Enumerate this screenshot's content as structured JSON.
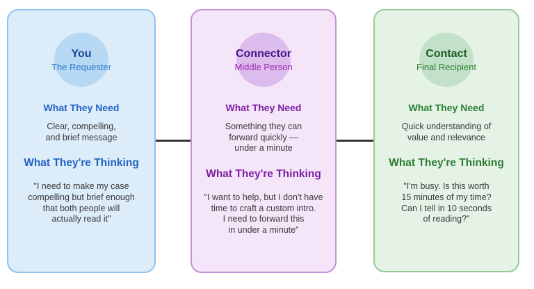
{
  "connector": {
    "color": "#333333"
  },
  "cards": [
    {
      "title": "You",
      "subtitle": "The Requester",
      "need_heading": "What They Need",
      "need_text": "Clear, compelling,\nand brief message",
      "thinking_heading": "What They're Thinking",
      "thinking_text": "\"I need to make my case\ncompelling but brief enough\nthat both people will\nactually read it\"",
      "colors": {
        "card_bg": "#ddecf9",
        "card_border": "#8fc3ee",
        "circle_bg": "#b7d8f3",
        "title": "#1a4a96",
        "subtitle": "#2b76cc",
        "heading": "#1f63c4",
        "body": "#3a3a3a"
      }
    },
    {
      "title": "Connector",
      "subtitle": "Middle Person",
      "need_heading": "What They Need",
      "need_text": "Something they can\nforward quickly —\nunder a minute",
      "thinking_heading": "What They're Thinking",
      "thinking_text": "\"I want to help, but I don't have\ntime to craft a custom intro.\nI need to forward this\nin under a minute\"",
      "colors": {
        "card_bg": "#f4e5f8",
        "card_border": "#c490d8",
        "circle_bg": "#dcbcec",
        "title": "#4a148c",
        "subtitle": "#9c27b0",
        "heading": "#7b1fa2",
        "body": "#3a3a3a"
      }
    },
    {
      "title": "Contact",
      "subtitle": "Final Recipient",
      "need_heading": "What They Need",
      "need_text": "Quick understanding of\nvalue and relevance",
      "thinking_heading": "What They're Thinking",
      "thinking_text": "\"I'm busy. Is this worth\n15 minutes of my time?\nCan I tell in 10 seconds\nof reading?\"",
      "colors": {
        "card_bg": "#e4f3e6",
        "card_border": "#93cc9a",
        "circle_bg": "#c3e1c8",
        "title": "#1b5e20",
        "subtitle": "#2e7d32",
        "heading": "#2e7d32",
        "body": "#3a3a3a"
      }
    }
  ]
}
